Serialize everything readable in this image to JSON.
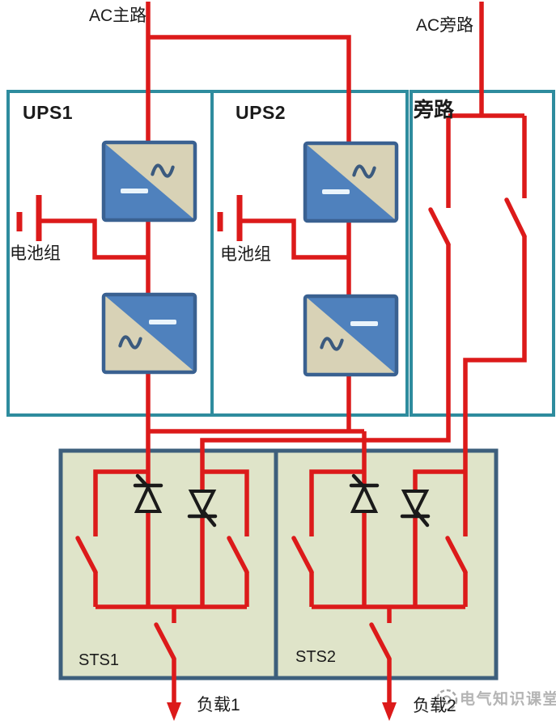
{
  "header": {
    "ac_main_label": "AC主路",
    "ac_bypass_label": "AC旁路"
  },
  "ups1": {
    "title": "UPS1",
    "battery_label": "电池组"
  },
  "ups2": {
    "title": "UPS2",
    "battery_label": "电池组"
  },
  "bypass": {
    "title": "旁路"
  },
  "sts1": {
    "title": "STS1",
    "load_label": "负载1"
  },
  "sts2": {
    "title": "STS2",
    "load_label": "负载2"
  },
  "watermark": {
    "text": "电气知识课堂"
  },
  "colors": {
    "bg": "#ffffff",
    "wire": "#dc1a1a",
    "ups_border": "#2e8c9e",
    "sts_border": "#3d5f7c",
    "sts_fill": "#dfe4c9",
    "block_blue": "#4f81bd",
    "block_tan": "#d8d2b6",
    "block_border": "#3a6191",
    "minus": "#eaf4fb",
    "sine": "#3b5a7e",
    "glyph": "#1a1a1a",
    "text": "#1b1b1b",
    "watermark": "#a8a8a8"
  }
}
